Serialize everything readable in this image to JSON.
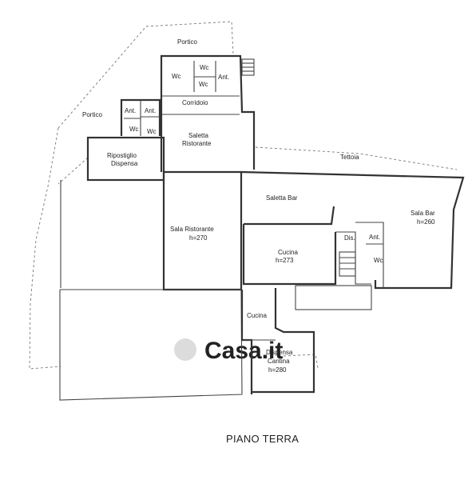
{
  "floor_title": "PIANO TERRA",
  "watermark": "Casa.it",
  "rooms": {
    "portico_top": "Portico",
    "portico_left": "Portico",
    "wc_1": "Wc",
    "wc_2": "Wc",
    "wc_3": "Wc",
    "ant_1": "Ant.",
    "corridoio": "Corridoio",
    "ant_2": "Ant.",
    "ant_3": "Ant.",
    "wc_4": "Wc",
    "wc_5": "Wc",
    "saletta_ristorante_1": "Saletta",
    "saletta_ristorante_2": "Ristorante",
    "ripostiglio": "Ripostiglio",
    "dispensa": "Dispensa",
    "tettoia": "Tettoia",
    "saletta_bar": "Saletta Bar",
    "sala_bar": "Sala Bar",
    "sala_bar_h": "h=260",
    "sala_ristorante": "Sala Ristorante",
    "sala_ristorante_h": "h=270",
    "cucina_1": "Cucina",
    "cucina_1_h": "h=273",
    "dis": "Dis.",
    "ant_4": "Ant.",
    "wc_6": "Wc",
    "cucina_2": "Cucina",
    "dispensa_cantina_1": "Dispensa",
    "dispensa_cantina_2": "Cantina",
    "dispensa_cantina_h": "h=280"
  }
}
